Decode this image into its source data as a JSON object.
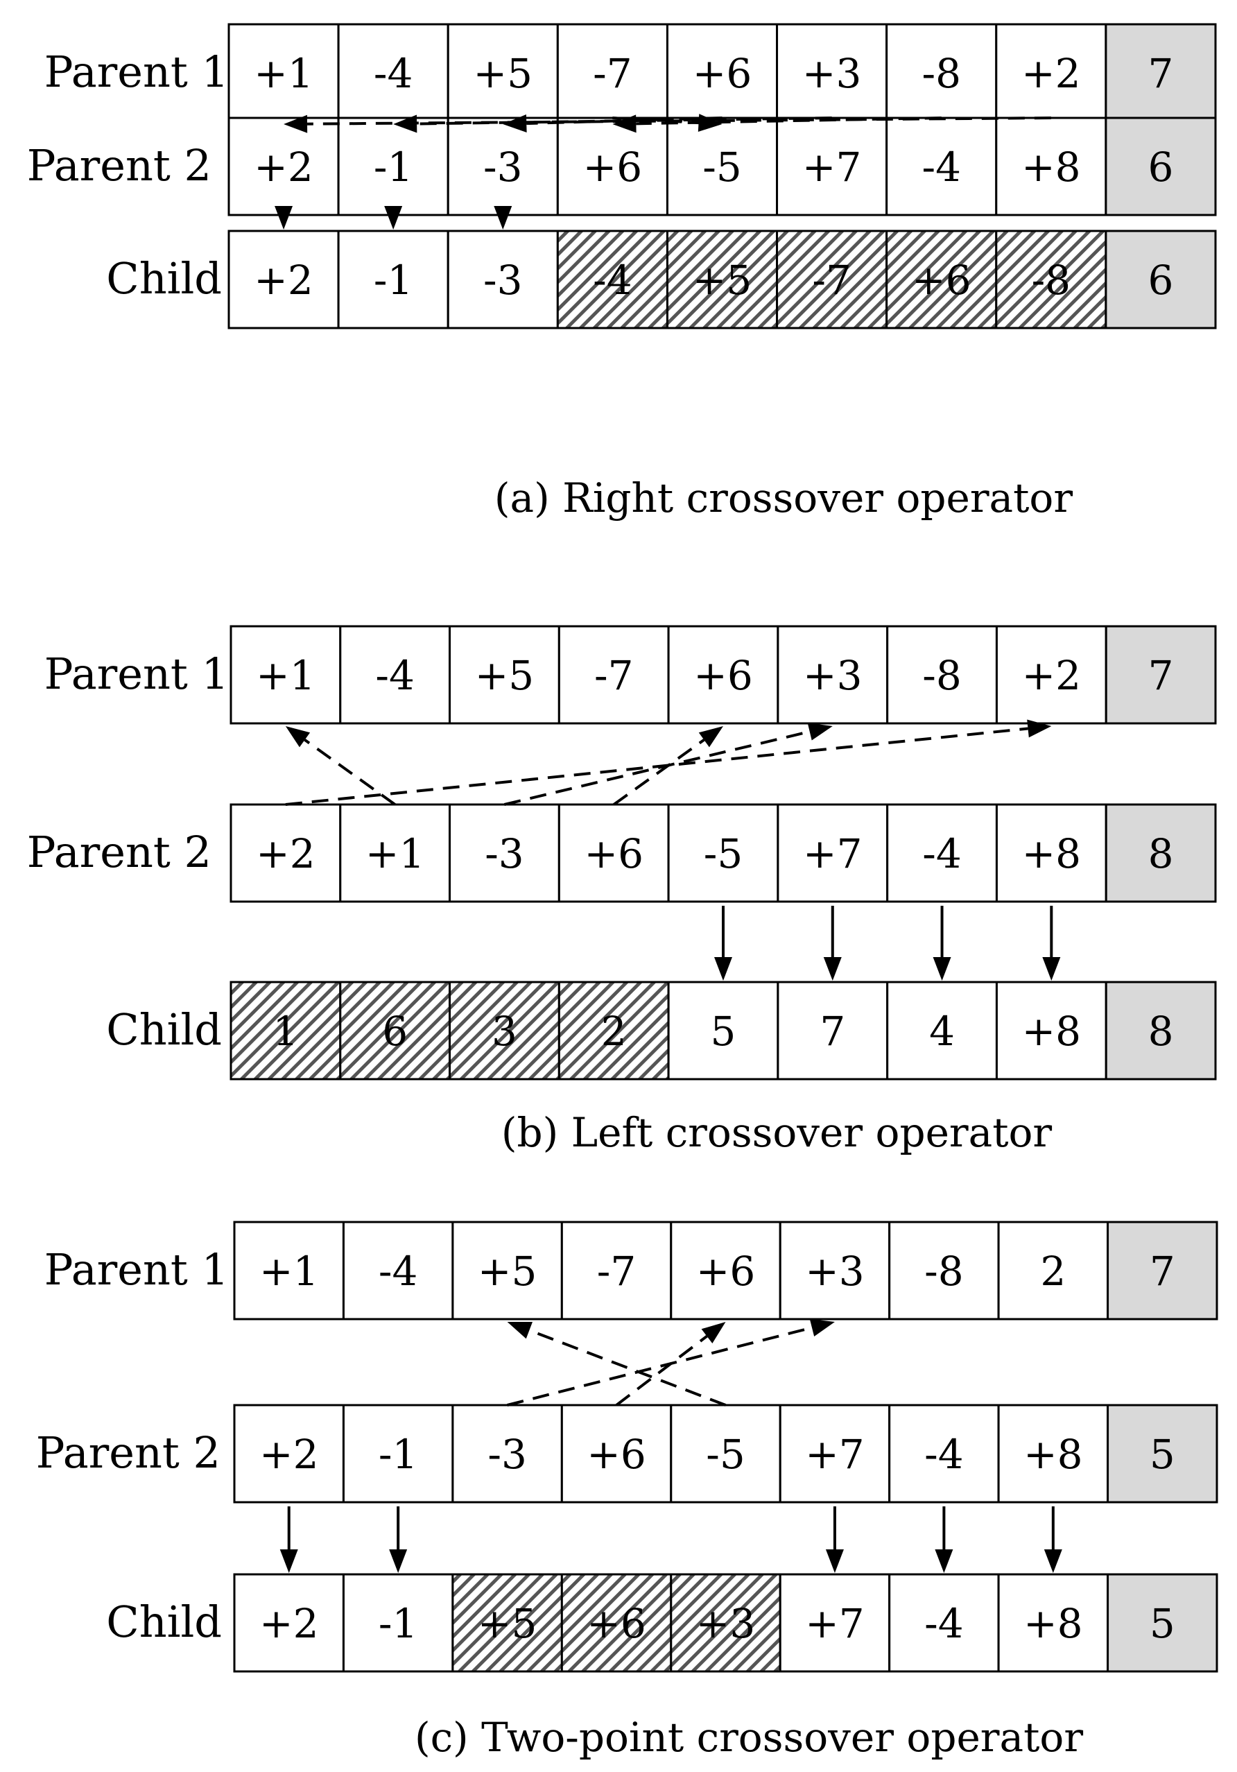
{
  "panels": [
    {
      "id": "a",
      "caption": "(a) Right crossover operator",
      "rows": [
        {
          "label": "Parent 1",
          "cells": [
            "+1",
            "-4",
            "+5",
            "-7",
            "+6",
            "+3",
            "-8",
            "+2"
          ],
          "tail": "7",
          "hatched": []
        },
        {
          "label": "Parent 2",
          "cells": [
            "+2",
            "-1",
            "-3",
            "+6",
            "-5",
            "+7",
            "-4",
            "+8"
          ],
          "tail": "6",
          "hatched": []
        },
        {
          "label": "Child",
          "cells": [
            "+2",
            "-1",
            "-3",
            "-4",
            "+5",
            "-7",
            "+6",
            "-8"
          ],
          "tail": "6",
          "hatched": [
            3,
            4,
            5,
            6,
            7
          ]
        }
      ],
      "dashed_links": [
        [
          5,
          1
        ],
        [
          4,
          2
        ],
        [
          7,
          0
        ],
        [
          6,
          3
        ],
        [
          3,
          4
        ]
      ],
      "copy_arrows": [
        0,
        1,
        2
      ]
    },
    {
      "id": "b",
      "caption": "(b) Left crossover operator",
      "rows": [
        {
          "label": "Parent 1",
          "cells": [
            "+1",
            "-4",
            "+5",
            "-7",
            "+6",
            "+3",
            "-8",
            "+2"
          ],
          "tail": "7",
          "hatched": []
        },
        {
          "label": "Parent 2",
          "cells": [
            "+2",
            "+1",
            "-3",
            "+6",
            "-5",
            "+7",
            "-4",
            "+8"
          ],
          "tail": "8",
          "hatched": []
        },
        {
          "label": "Child",
          "cells": [
            "1",
            "6",
            "3",
            "2",
            "5",
            "7",
            "4",
            "+8"
          ],
          "tail": "8",
          "hatched": [
            0,
            1,
            2,
            3
          ]
        }
      ],
      "dashed_links": [
        [
          1,
          0
        ],
        [
          3,
          4
        ],
        [
          2,
          5
        ],
        [
          0,
          7
        ]
      ],
      "copy_arrows": [
        4,
        5,
        6,
        7
      ]
    },
    {
      "id": "c",
      "caption": "(c)  Two-point crossover operator",
      "rows": [
        {
          "label": "Parent 1",
          "cells": [
            "+1",
            "-4",
            "+5",
            "-7",
            "+6",
            "+3",
            "-8",
            "2"
          ],
          "tail": "7",
          "hatched": []
        },
        {
          "label": "Parent 2",
          "cells": [
            "+2",
            "-1",
            "-3",
            "+6",
            "-5",
            "+7",
            "-4",
            "+8"
          ],
          "tail": "5",
          "hatched": []
        },
        {
          "label": "Child",
          "cells": [
            "+2",
            "-1",
            "+5",
            "+6",
            "+3",
            "+7",
            "-4",
            "+8"
          ],
          "tail": "5",
          "hatched": [
            2,
            3,
            4
          ]
        }
      ],
      "dashed_links": [
        [
          4,
          2
        ],
        [
          3,
          4
        ],
        [
          2,
          5
        ]
      ],
      "copy_arrows": [
        0,
        1,
        5,
        6,
        7
      ]
    }
  ],
  "colors": {
    "tail_fill": "#d9d9d9",
    "line": "#000000",
    "background": "#ffffff"
  }
}
